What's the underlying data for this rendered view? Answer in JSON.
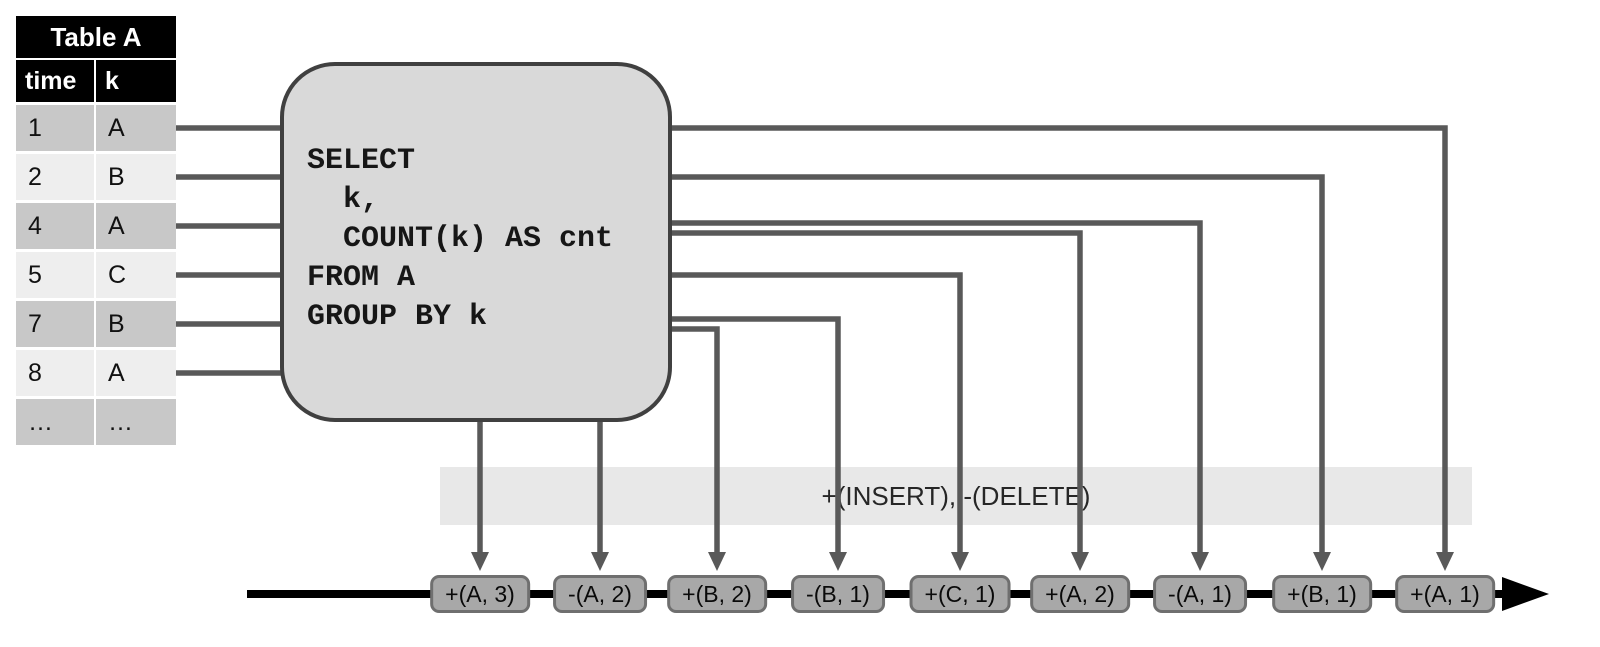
{
  "table": {
    "title": "Table A",
    "columns": [
      "time",
      "k"
    ],
    "rows": [
      [
        "1",
        "A"
      ],
      [
        "2",
        "B"
      ],
      [
        "4",
        "A"
      ],
      [
        "5",
        "C"
      ],
      [
        "7",
        "B"
      ],
      [
        "8",
        "A"
      ],
      [
        "…",
        "…"
      ]
    ]
  },
  "query": {
    "code": "SELECT\n  k,\n  COUNT(k) AS cnt\nFROM A\nGROUP BY k"
  },
  "legend_band": {
    "label": "+(INSERT), -(DELETE)"
  },
  "timeline": {
    "events": [
      {
        "label": "+(A, 3)"
      },
      {
        "label": "-(A, 2)"
      },
      {
        "label": "+(B, 2)"
      },
      {
        "label": "-(B, 1)"
      },
      {
        "label": "+(C, 1)"
      },
      {
        "label": "+(A, 2)"
      },
      {
        "label": "-(A, 1)"
      },
      {
        "label": "+(B, 1)"
      },
      {
        "label": "+(A, 1)"
      }
    ]
  },
  "colors": {
    "connector_line": "#595959",
    "query_box_fill": "#d9d9d9",
    "query_box_border": "#404040",
    "band_fill": "#e8e8e8",
    "event_fill": "#a8a8a8",
    "event_border": "#6f6f6f",
    "table_row_dark": "#c8c8c8",
    "table_row_light": "#eeeeee",
    "table_header_bg": "#000000",
    "timeline_axis": "#000000"
  }
}
